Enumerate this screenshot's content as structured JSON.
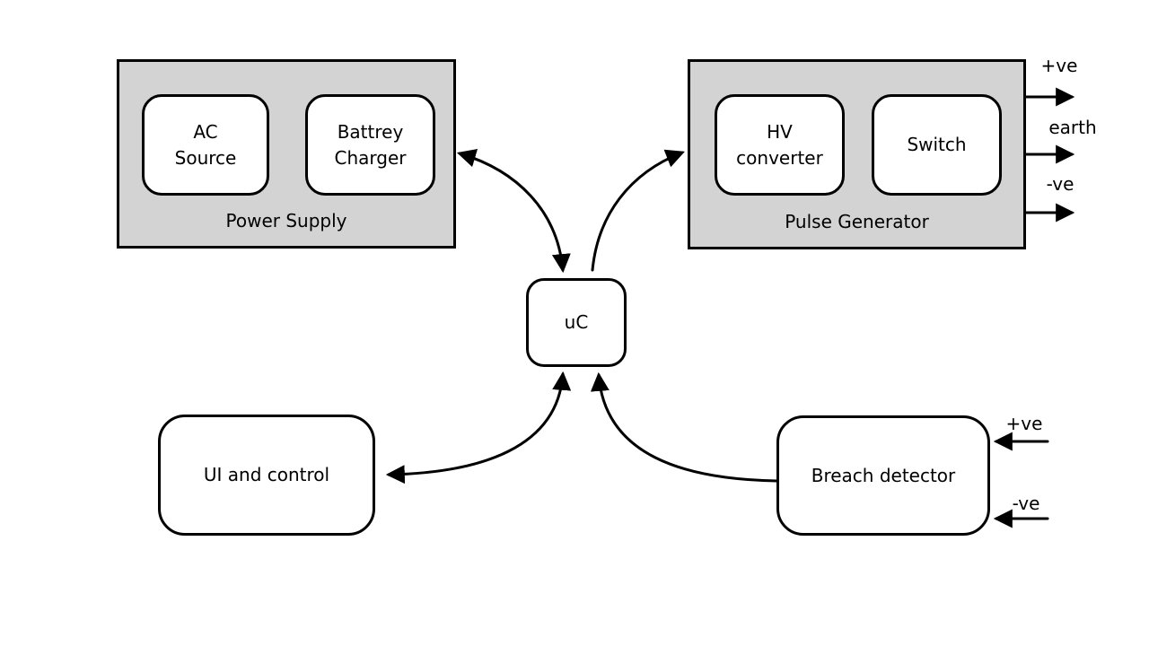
{
  "colors": {
    "background": "#ffffff",
    "stroke": "#000000",
    "group_fill": "#d3d3d3",
    "node_fill": "#ffffff"
  },
  "nodes": {
    "power_supply": {
      "label": "Power Supply"
    },
    "ac_source": {
      "lines": [
        "AC",
        "Source"
      ]
    },
    "battrey_charger": {
      "lines": [
        "Battrey",
        "Charger"
      ]
    },
    "pulse_generator": {
      "label": "Pulse Generator"
    },
    "hv_converter": {
      "lines": [
        "HV",
        "converter"
      ]
    },
    "switch": {
      "label": "Switch"
    },
    "uc": {
      "label": "uC"
    },
    "ui_control": {
      "label": "UI and control"
    },
    "breach_detector": {
      "label": "Breach detector"
    }
  },
  "ports": {
    "pg_positive": "+ve",
    "pg_earth": "earth",
    "pg_negative": "-ve",
    "bd_positive": "+ve",
    "bd_negative": "-ve"
  }
}
